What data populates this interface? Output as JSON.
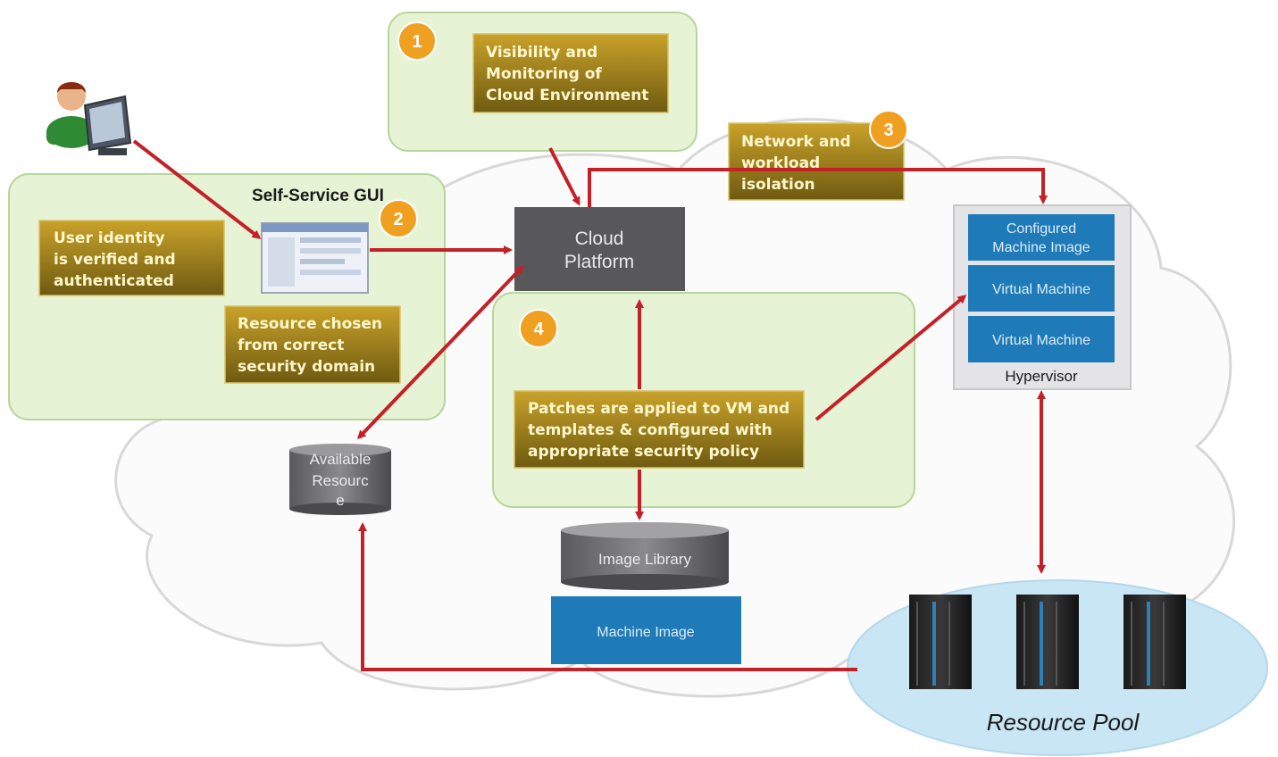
{
  "diagram": {
    "step_badges": [
      "1",
      "2",
      "3",
      "4"
    ],
    "visibility_box": [
      "Visibility and",
      "Monitoring of",
      "Cloud Environment"
    ],
    "self_service_title": "Self-Service GUI",
    "identity_box": [
      "User identity",
      "is verified and",
      "authenticated"
    ],
    "resource_box": [
      "Resource chosen",
      "from correct",
      "security domain"
    ],
    "cloud_platform": [
      "Cloud",
      "Platform"
    ],
    "network_box": [
      "Network and",
      "workload",
      "isolation"
    ],
    "patches_box": [
      "Patches are applied to VM and",
      "templates &  configured with",
      "appropriate security policy"
    ],
    "available_resource": [
      "Available",
      "Resourc",
      "e"
    ],
    "image_library": "Image Library",
    "machine_image": "Machine Image",
    "hypervisor_items": [
      [
        "Configured",
        "Machine Image"
      ],
      [
        "Virtual Machine"
      ],
      [
        "Virtual Machine"
      ]
    ],
    "hypervisor_label": "Hypervisor",
    "resource_pool": "Resource Pool"
  },
  "colors": {
    "arrow": "#c42028",
    "gold_top": "#c9a22a",
    "gold_bottom": "#6e5a10",
    "green_panel": "#e6f3d4",
    "cloud_platform": "#58585a",
    "hypervisor_blue": "#1f7ab8",
    "pool": "#c9e6f4",
    "badge": "#f0a020"
  },
  "icons": [
    "user-at-computer-icon",
    "gui-window-icon",
    "server-rack-icon"
  ]
}
